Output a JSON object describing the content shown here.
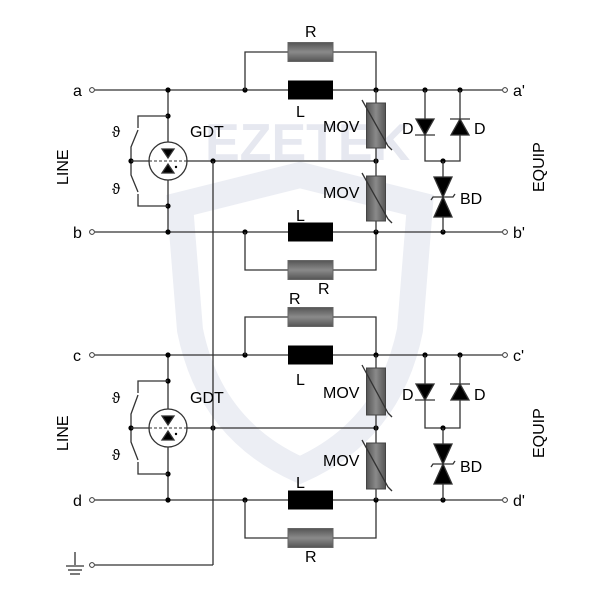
{
  "watermark": {
    "logo_text": "EZETEK"
  },
  "sections": [
    {
      "in_top": "a",
      "in_bottom": "b",
      "out_top": "a'",
      "out_bottom": "b'",
      "side_left": "LINE",
      "side_right": "EQUIP",
      "gdt": "GDT",
      "mov_top": "MOV",
      "mov_bottom": "MOV",
      "diode_left": "D",
      "diode_right": "D",
      "bd": "BD",
      "r_top": "R",
      "l_top": "L",
      "l_bottom": "L",
      "r_bottom": "R"
    },
    {
      "in_top": "c",
      "in_bottom": "d",
      "out_top": "c'",
      "out_bottom": "d'",
      "side_left": "LINE",
      "side_right": "EQUIP",
      "gdt": "GDT",
      "mov_top": "MOV",
      "mov_bottom": "MOV",
      "diode_left": "D",
      "diode_right": "D",
      "bd": "BD",
      "r_top": "R",
      "l_top": "L",
      "l_bottom": "L",
      "r_bottom": "R"
    }
  ],
  "switch_symbol": "ϑ"
}
